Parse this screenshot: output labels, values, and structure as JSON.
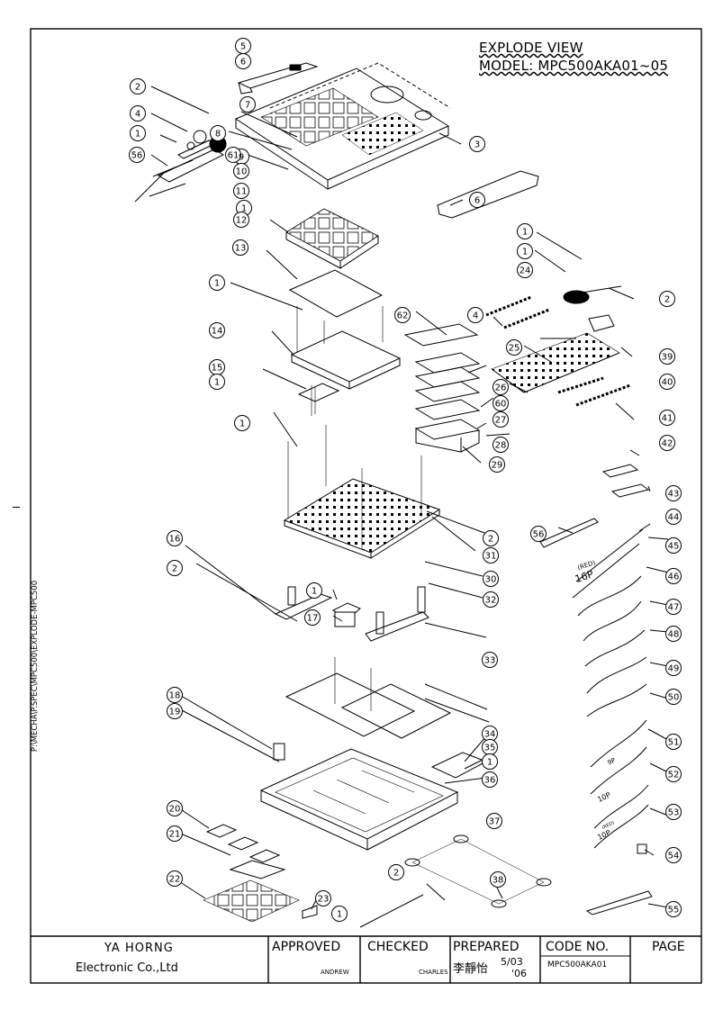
{
  "header": {
    "title": "EXPLODE VIEW",
    "model": "MODEL: MPC500AKA01~05"
  },
  "side_path": "P:\\MECHA\\P.SPEC\\MPC500\\EXPLODE-MPC500",
  "cable_labels": [
    "(RED)",
    "16P",
    "9P",
    "10P",
    "(RED)",
    "10P"
  ],
  "callouts": [
    "5",
    "6",
    "2",
    "7",
    "3",
    "4",
    "1",
    "8",
    "9",
    "56",
    "61",
    "10",
    "11",
    "1",
    "6",
    "12",
    "1",
    "1",
    "13",
    "24",
    "2",
    "1",
    "39",
    "62",
    "4",
    "14",
    "25",
    "40",
    "26",
    "15",
    "60",
    "1",
    "27",
    "41",
    "28",
    "42",
    "1",
    "29",
    "43",
    "44",
    "56",
    "2",
    "31",
    "45",
    "16",
    "46",
    "2",
    "1",
    "32",
    "30",
    "47",
    "17",
    "48",
    "33",
    "49",
    "50",
    "34",
    "18",
    "35",
    "19",
    "51",
    "1",
    "36",
    "52",
    "20",
    "37",
    "53",
    "21",
    "54",
    "38",
    "2",
    "22",
    "23",
    "55",
    "1"
  ],
  "title_block": {
    "company_line1": "YA HORNG",
    "company_line2": "Electronic Co.,Ltd",
    "approved_label": "APPROVED",
    "approved_by": "ANDREW",
    "checked_label": "CHECKED",
    "checked_by": "CHARLES",
    "prepared_label": "PREPARED",
    "prepared_by": "李靜怡",
    "prepared_date_top": "5/03",
    "prepared_date_bottom": "'06",
    "code_label": "CODE NO.",
    "code_value": "MPC500AKA01",
    "page_label": "PAGE"
  }
}
